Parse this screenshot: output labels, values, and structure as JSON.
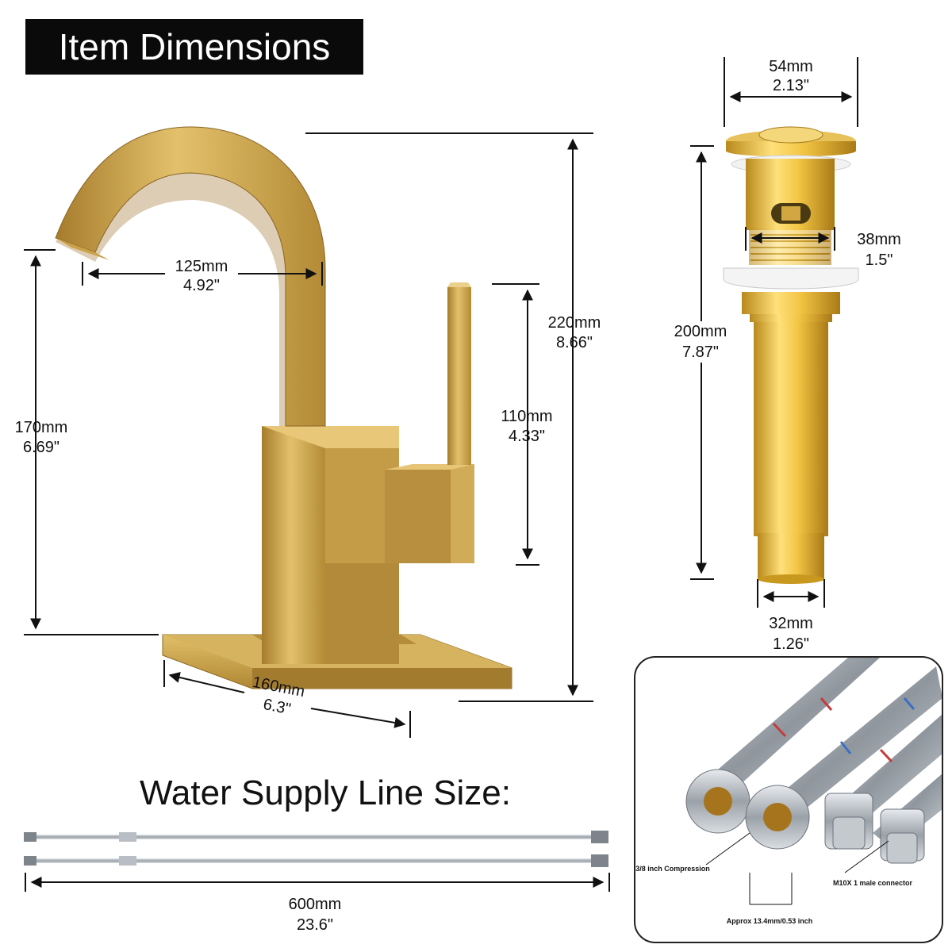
{
  "title": "Item Dimensions",
  "faucet": {
    "spout_reach": {
      "mm": "125mm",
      "in": "4.92\""
    },
    "total_height": {
      "mm": "220mm",
      "in": "8.66\""
    },
    "spout_height": {
      "mm": "170mm",
      "in": "6.69\""
    },
    "handle_height": {
      "mm": "110mm",
      "in": "4.33\""
    },
    "plate_length": {
      "mm": "160mm",
      "in": "6.3\""
    }
  },
  "drain": {
    "top_diameter": {
      "mm": "54mm",
      "in": "2.13\""
    },
    "thread_diameter": {
      "mm": "38mm",
      "in": "1.5\""
    },
    "height": {
      "mm": "200mm",
      "in": "7.87\""
    },
    "tail_diameter": {
      "mm": "32mm",
      "in": "1.26\""
    }
  },
  "supply": {
    "title": "Water Supply Line Size:",
    "length": {
      "mm": "600mm",
      "in": "23.6\""
    }
  },
  "inset": {
    "compression_label": "3/8 inch Compression",
    "approx_label": "Approx 13.4mm/0.53 inch",
    "male_label": "M10X 1 male connector"
  },
  "colors": {
    "gold": "#c9a24a",
    "gold_dark": "#9c7626",
    "gold_light": "#e6c878",
    "steel": "#b9bec4"
  }
}
